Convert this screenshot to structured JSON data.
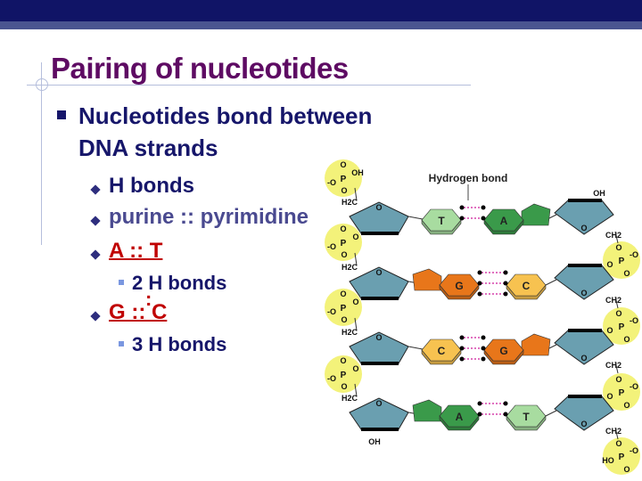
{
  "slide": {
    "title": "Pairing of nucleotides",
    "bullet": "Nucleotides bond between",
    "bullet_cont": "DNA strands",
    "sub_bullets": [
      "H bonds",
      "purine :: pyrimidine",
      "A :: T",
      "G :: C"
    ],
    "sub_sub_bullets": [
      "2 H bonds",
      "3 H bonds"
    ]
  },
  "diagram": {
    "hbond_label": "Hydrogen bond",
    "pairs": [
      {
        "left": "T",
        "right": "A",
        "left_type": "pyrimidine",
        "right_type": "purine",
        "hbonds": 2
      },
      {
        "left": "G",
        "right": "C",
        "left_type": "purine",
        "right_type": "pyrimidine",
        "hbonds": 3
      },
      {
        "left": "C",
        "right": "G",
        "left_type": "pyrimidine",
        "right_type": "purine",
        "hbonds": 3
      },
      {
        "left": "A",
        "right": "T",
        "left_type": "purine",
        "right_type": "pyrimidine",
        "hbonds": 2
      }
    ],
    "labels": {
      "O": "O",
      "P": "P",
      "O_minus": "-O",
      "OH": "OH",
      "HO": "HO",
      "H2C": "H2C",
      "CH2": "CH2"
    },
    "colors": {
      "A": "#3a9a4a",
      "T": "#a8dca0",
      "G": "#e8761a",
      "C": "#f7c250",
      "sugar": "#6a9fb0",
      "phosphate": "#f3f27a",
      "hbond": "#e070c0"
    }
  }
}
